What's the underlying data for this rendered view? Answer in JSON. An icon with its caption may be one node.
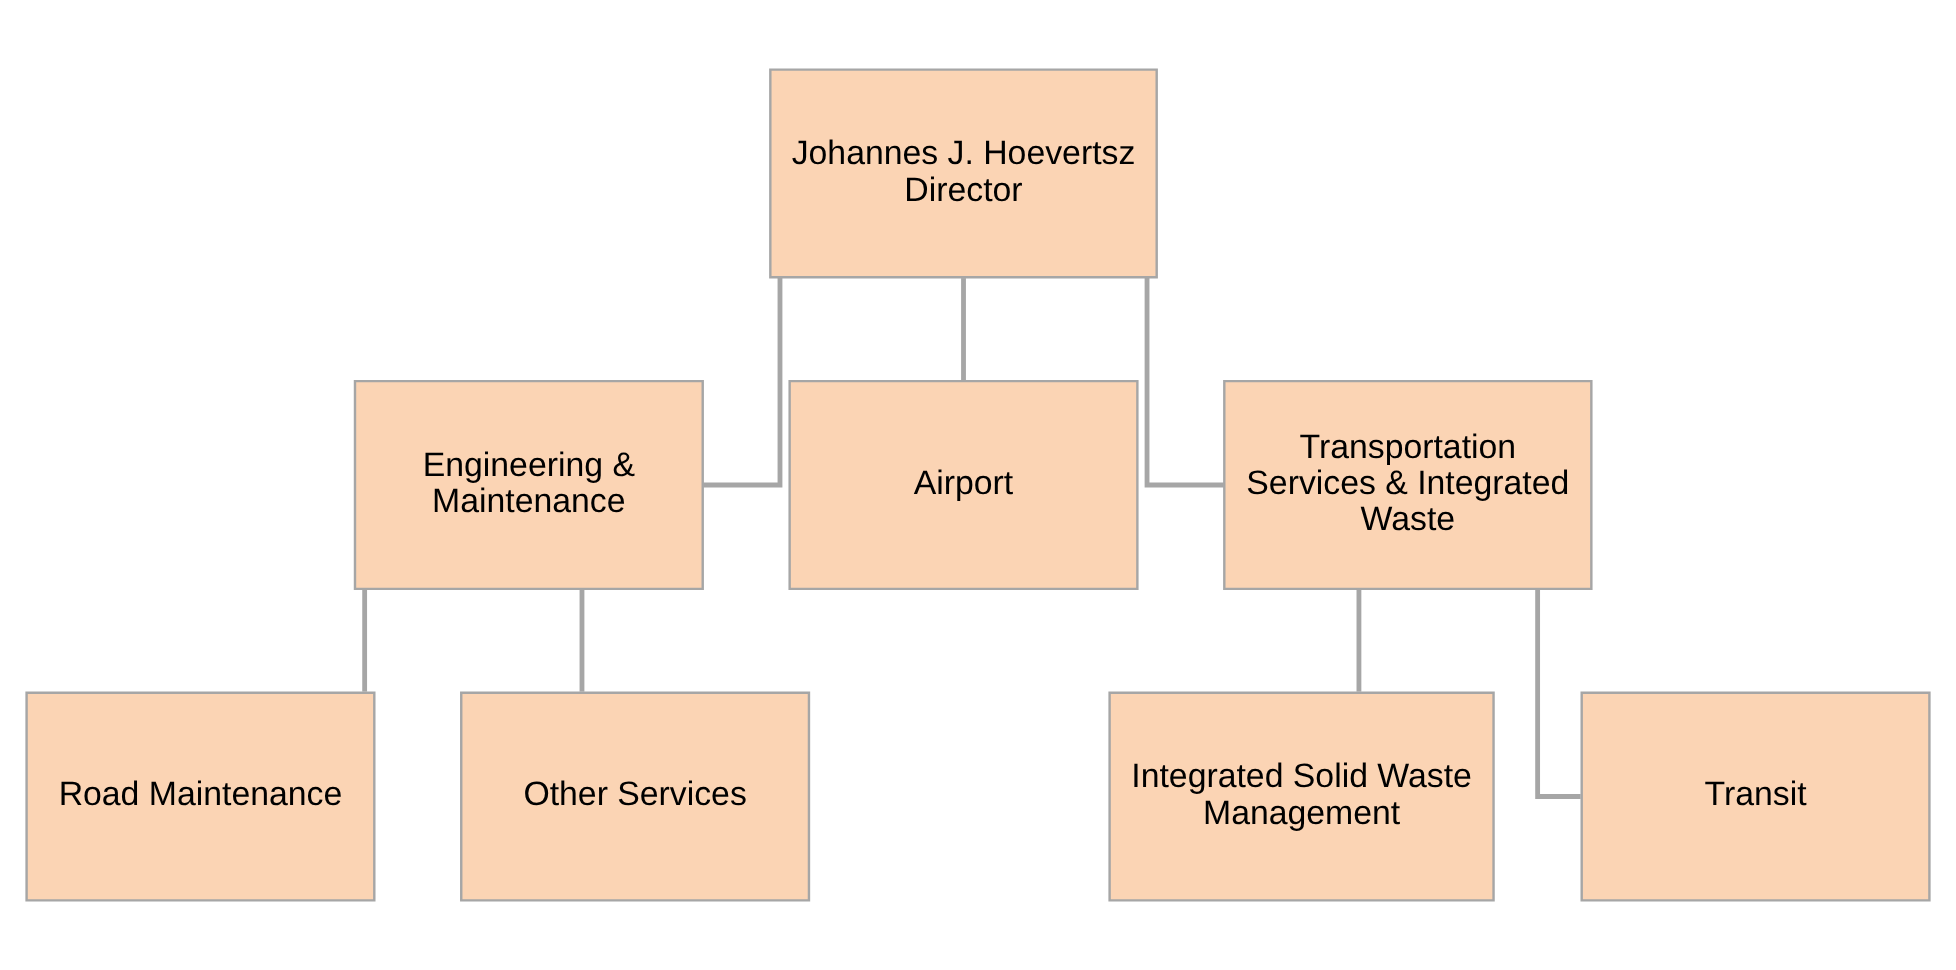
{
  "diagram": {
    "nodes": [
      {
        "text": [
          "Johannes J. Hoevertsz",
          "Director"
        ]
      },
      {
        "text": [
          "Engineering & Maintenance"
        ]
      },
      {
        "text": [
          "Airport"
        ]
      },
      {
        "text": [
          "Transportation Services & Integrated Waste"
        ]
      },
      {
        "text": [
          "Road Maintenance"
        ]
      },
      {
        "text": [
          "Other Services"
        ]
      },
      {
        "text": [
          "Integrated Solid Waste Management"
        ]
      },
      {
        "text": [
          "Transit"
        ]
      }
    ],
    "edges": [
      {
        "from": 0,
        "to": 1,
        "arrow": "none"
      },
      {
        "from": 0,
        "to": 2,
        "arrow": "none"
      },
      {
        "from": 0,
        "to": 3,
        "arrow": "none"
      },
      {
        "from": 1,
        "to": 4,
        "arrow": "none"
      },
      {
        "from": 1,
        "to": 5,
        "arrow": "none"
      },
      {
        "from": 3,
        "to": 6,
        "arrow": "none"
      },
      {
        "from": 3,
        "to": 7,
        "arrow": "none"
      }
    ]
  }
}
